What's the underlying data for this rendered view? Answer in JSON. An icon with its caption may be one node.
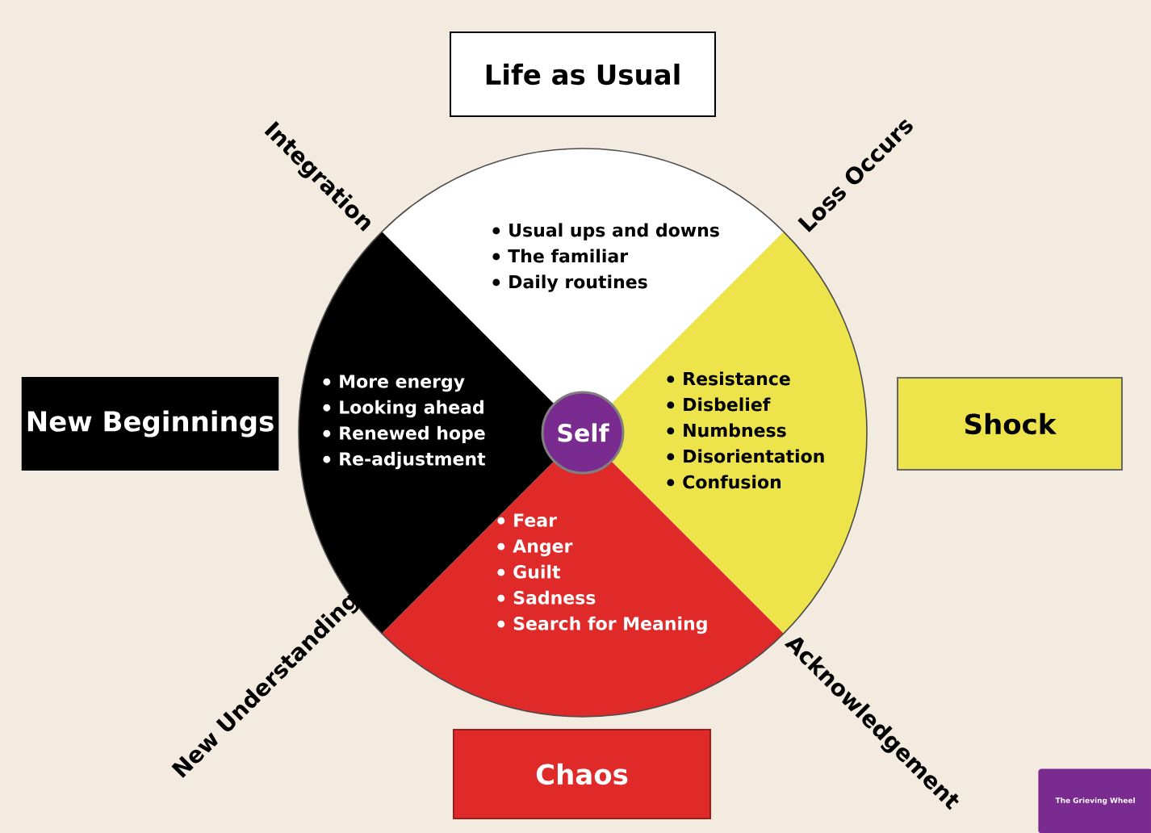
{
  "diagram": {
    "nodes": [
      {
        "text": [
          "Life as Usual"
        ]
      },
      {
        "text": [
          "Usual ups and downs",
          "The familiar",
          "Daily routines"
        ]
      },
      {
        "text": [
          "New Beginnings"
        ]
      },
      {
        "text": [
          "More energy",
          "Looking ahead",
          "Renewed hope",
          "Re-adjustment"
        ]
      },
      {
        "text": [
          "Self"
        ]
      },
      {
        "text": [
          "Resistance",
          "Disbelief",
          "Numbness",
          "Disorientation",
          "Confusion"
        ]
      },
      {
        "text": [
          "Shock"
        ]
      },
      {
        "text": [
          "Fear",
          "Anger",
          "Guilt",
          "Sadness",
          "Search for Meaning"
        ]
      },
      {
        "text": [
          "Chaos"
        ]
      },
      {
        "text": [
          "The Grieving Wheel"
        ]
      }
    ],
    "labels": [
      "Integration",
      "Loss Occurs",
      "New Understanding",
      "Acknowledgement"
    ]
  }
}
